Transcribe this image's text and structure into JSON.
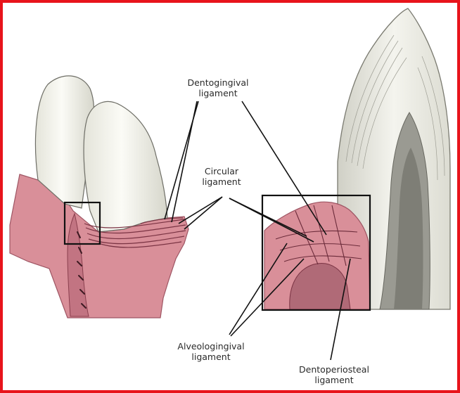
{
  "colors": {
    "border": "#e8141b",
    "gingiva": "#d98f99",
    "gingiva_dark": "#b35b69",
    "enamel": "#f1f1ea",
    "leader_line": "#111111"
  },
  "labels": {
    "dentogingival": {
      "line1": "Dentogingival",
      "line2": "ligament"
    },
    "circular": {
      "line1": "Circular",
      "line2": "ligament"
    },
    "alveologingival": {
      "line1": "Alveologingival",
      "line2": "ligament"
    },
    "dentoperiosteal": {
      "line1": "Dentoperiosteal",
      "line2": "ligament"
    }
  }
}
